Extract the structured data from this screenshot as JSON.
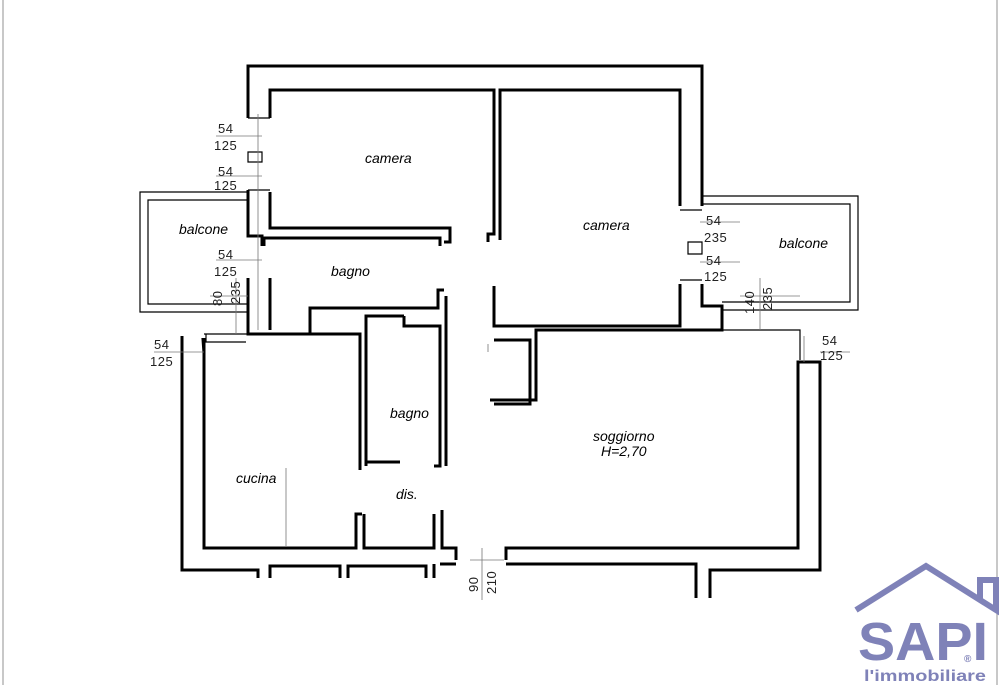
{
  "rooms": {
    "camera_1": "camera",
    "camera_2": "camera",
    "balcone_left": "balcone",
    "balcone_right": "balcone",
    "bagno_1": "bagno",
    "bagno_2": "bagno",
    "soggiorno": "soggiorno",
    "soggiorno_height": "H=2,70",
    "cucina": "cucina",
    "dis": "dis."
  },
  "dimensions": {
    "left_top_a": "54",
    "left_top_b": "125",
    "left_mid_a": "54",
    "left_mid_b": "125",
    "left_bagno_a": "54",
    "left_bagno_b": "125",
    "left_vert_a": "80",
    "left_vert_b": "235",
    "left_kitchen_a": "54",
    "left_kitchen_b": "125",
    "right_top_a": "54",
    "right_top_b": "235",
    "right_mid_a": "54",
    "right_mid_b": "125",
    "right_vert_a": "140",
    "right_vert_b": "235",
    "right_low_a": "54",
    "right_low_b": "125",
    "bottom_a": "90",
    "bottom_b": "210"
  },
  "logo": {
    "mark": "SAPI",
    "tagline": "l'immobiliare",
    "registered": "®"
  },
  "colors": {
    "logo": "#7f82b8",
    "walls": "#000000"
  }
}
